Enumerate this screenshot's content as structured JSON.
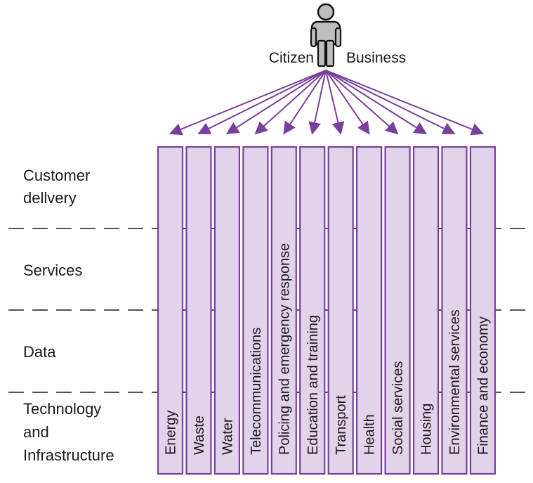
{
  "actor": {
    "icon": "person-icon",
    "left_label": "Citizen",
    "right_label": "Business"
  },
  "layers": [
    {
      "label_lines": [
        "Customer",
        "dellvery"
      ]
    },
    {
      "label_lines": [
        "Services"
      ]
    },
    {
      "label_lines": [
        "Data"
      ]
    },
    {
      "label_lines": [
        "Technology",
        "and",
        "Infrastructure"
      ]
    }
  ],
  "columns": [
    "Energy",
    "Waste",
    "Water",
    "Telecommunications",
    "Policing and emergency response",
    "Education and training",
    "Transport",
    "Health",
    "Social services",
    "Housing",
    "Environmental services",
    "Finance and economy"
  ],
  "colors": {
    "column_fill": "#e2d2ea",
    "column_stroke": "#7a3f9e",
    "arrow": "#7a3f9e",
    "divider": "#1a1a1a",
    "text": "#1a1a1a",
    "person_fill": "#bdbdbd",
    "person_stroke": "#111111"
  }
}
